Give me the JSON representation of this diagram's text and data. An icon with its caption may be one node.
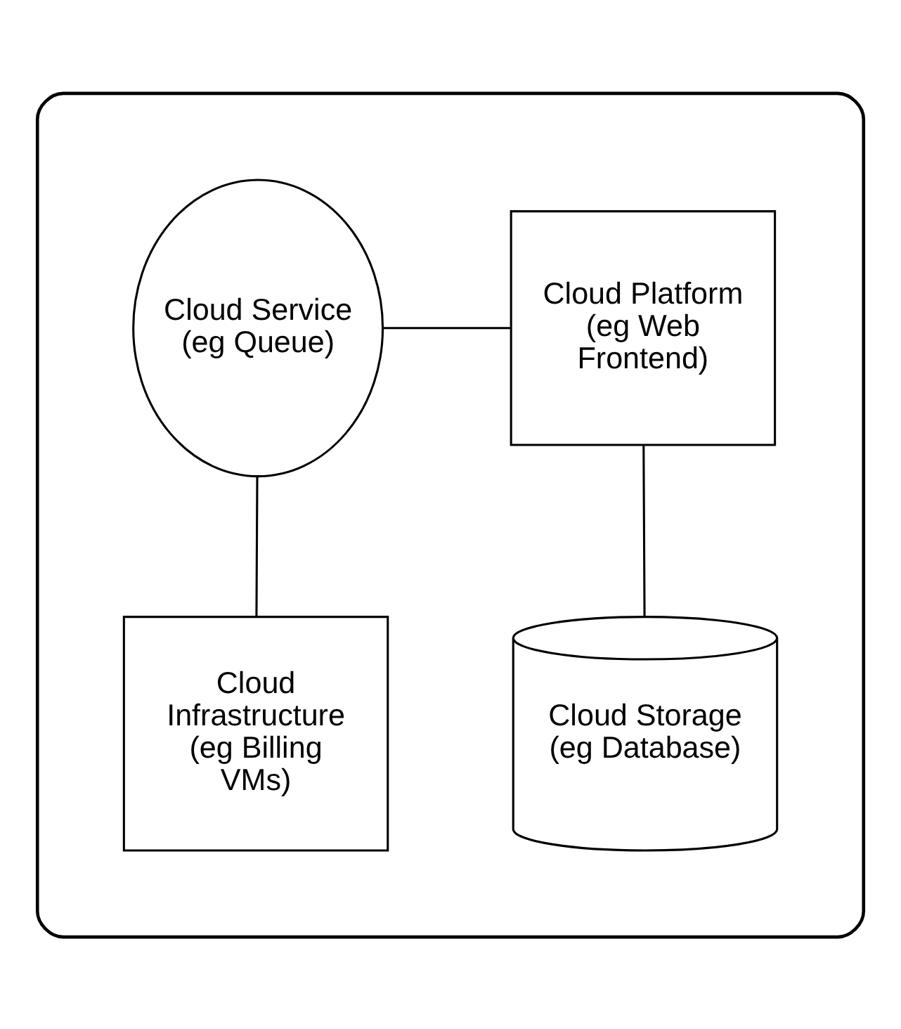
{
  "diagram": {
    "nodes": [
      {
        "text": [],
        "shape": "cloud"
      },
      {
        "text": [
          "Cloud Service (eg Queue)"
        ],
        "in": 0
      },
      {
        "text": [
          "Cloud Platform (eg Web Frontend)"
        ],
        "in": 0
      },
      {
        "text": [
          "Cloud Infrastructure (eg Billing VMs)"
        ],
        "in": 0
      },
      {
        "text": [
          "Cloud Storage (eg Database)"
        ],
        "in": 0
      }
    ],
    "edges": [
      {
        "from": 1,
        "to": 2,
        "arrow": "none"
      },
      {
        "from": 1,
        "to": 3,
        "arrow": "none"
      },
      {
        "from": 2,
        "to": 4,
        "arrow": "none"
      }
    ]
  }
}
